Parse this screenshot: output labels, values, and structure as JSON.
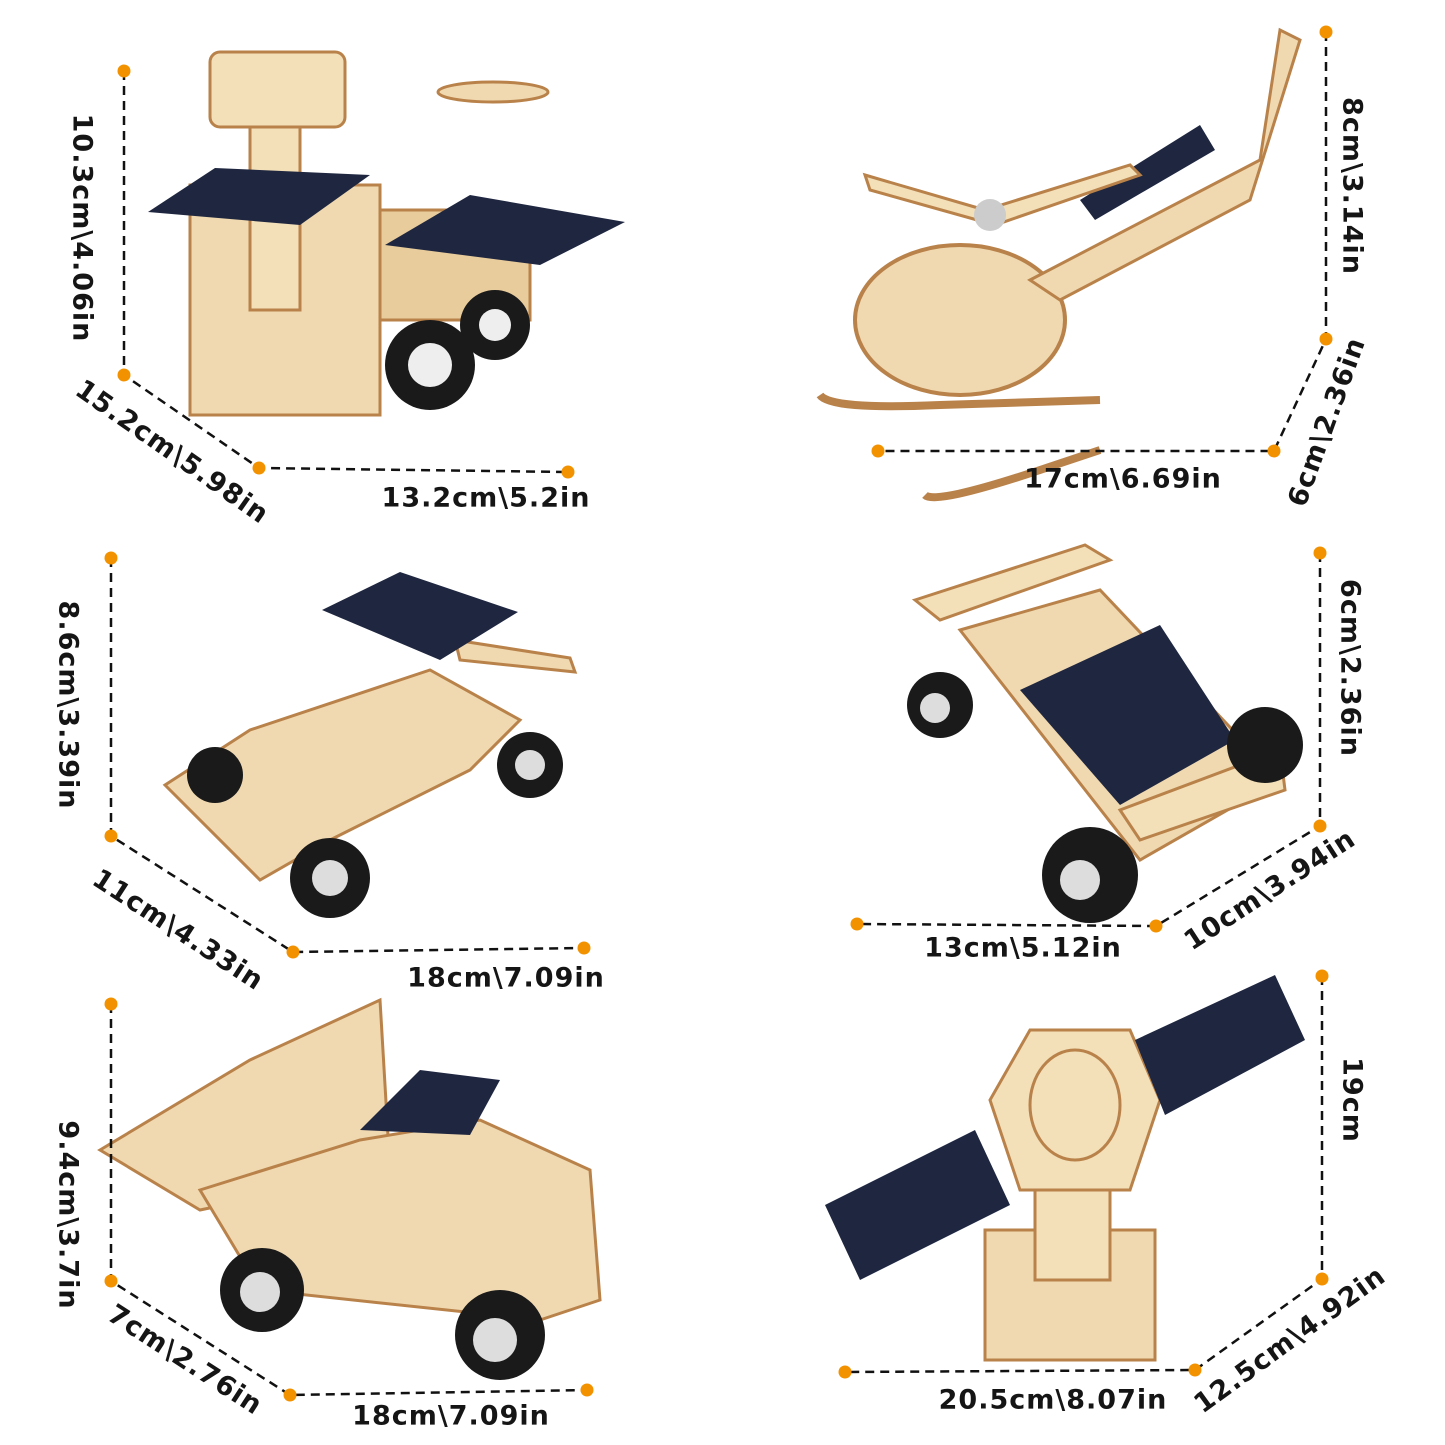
{
  "colors": {
    "dot": "#f39200",
    "line": "#111111",
    "wood": "#f0d9b0",
    "wood_edge": "#b9824a",
    "solar": "#1f2740",
    "tire": "#1a1a1a"
  },
  "products": [
    {
      "icon": "rover-model-image",
      "height": "10.3cm\\4.06in",
      "depth": "15.2cm\\5.98in",
      "width": "13.2cm\\5.2in"
    },
    {
      "icon": "helicopter-model-image",
      "height": "8cm\\3.14in",
      "depth": "6cm\\2.36in",
      "width": "17cm\\6.69in"
    },
    {
      "icon": "race-car-model-image",
      "height": "8.6cm\\3.39in",
      "depth": "11cm\\4.33in",
      "width": "18cm\\7.09in"
    },
    {
      "icon": "solar-car-model-image",
      "height": "6cm\\2.36in",
      "depth": "10cm\\3.94in",
      "width": "13cm\\5.12in"
    },
    {
      "icon": "dump-truck-model-image",
      "height": "9.4cm\\3.7in",
      "depth": "7cm\\2.76in",
      "width": "18cm\\7.09in"
    },
    {
      "icon": "satellite-model-image",
      "height": "19cm",
      "depth": "12.5cm\\4.92in",
      "width": "20.5cm\\8.07in"
    }
  ]
}
